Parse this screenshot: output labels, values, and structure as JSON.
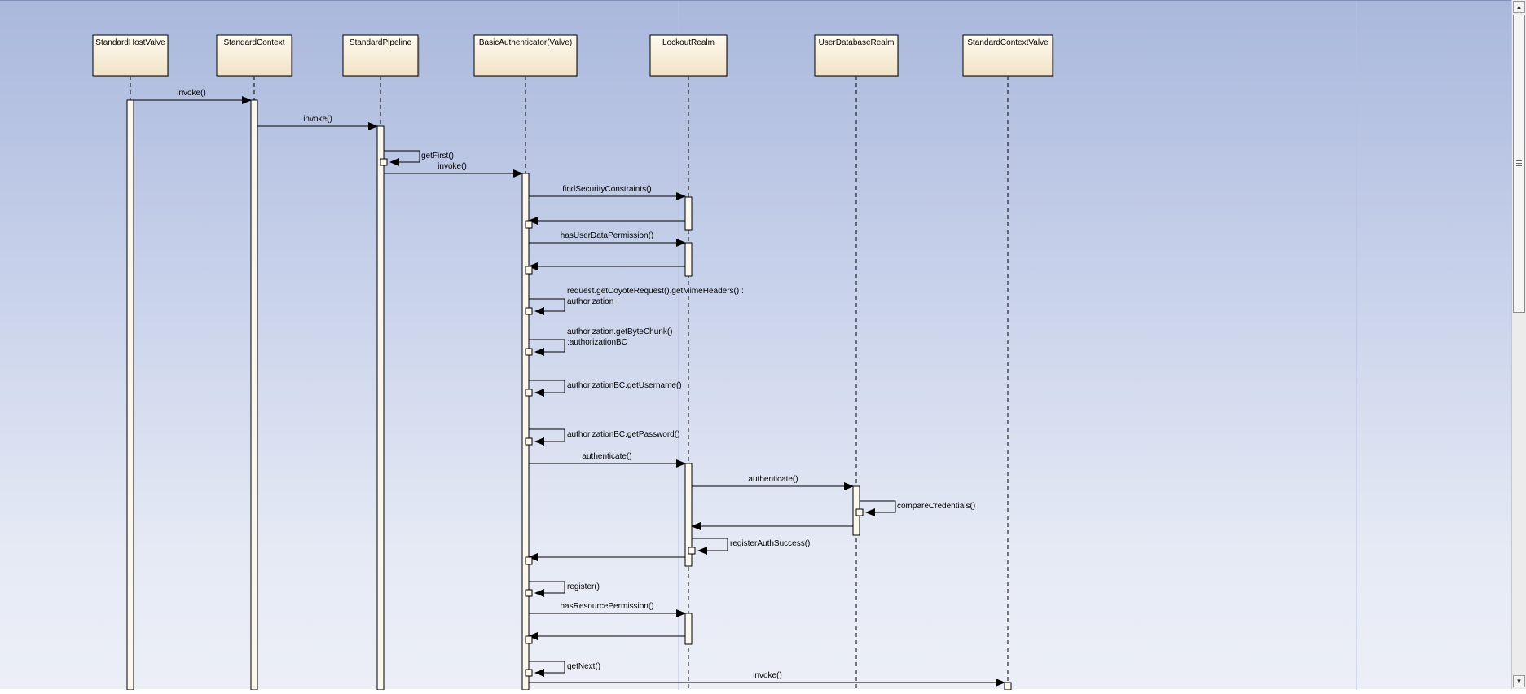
{
  "diagram": {
    "lifelines": [
      {
        "id": "host",
        "name": "StandardHostValve"
      },
      {
        "id": "ctx",
        "name": "StandardContext"
      },
      {
        "id": "pipe",
        "name": "StandardPipeline"
      },
      {
        "id": "auth",
        "name": "BasicAuthenticator(Valve)"
      },
      {
        "id": "lock",
        "name": "LockoutRealm"
      },
      {
        "id": "udb",
        "name": "UserDatabaseRealm"
      },
      {
        "id": "cval",
        "name": "StandardContextValve"
      }
    ],
    "messages": [
      {
        "from": "host",
        "to": "ctx",
        "label": "invoke()"
      },
      {
        "from": "ctx",
        "to": "pipe",
        "label": "invoke()"
      },
      {
        "from": "pipe",
        "to": "pipe",
        "label": "getFirst()"
      },
      {
        "from": "pipe",
        "to": "auth",
        "label": "invoke()"
      },
      {
        "from": "auth",
        "to": "lock",
        "label": "findSecurityConstraints()"
      },
      {
        "from": "lock",
        "to": "auth",
        "label": ""
      },
      {
        "from": "auth",
        "to": "lock",
        "label": "hasUserDataPermission()"
      },
      {
        "from": "lock",
        "to": "auth",
        "label": ""
      },
      {
        "from": "auth",
        "to": "auth",
        "label": "request.getCoyoteRequest().getMimeHeaders() :",
        "label2": "authorization"
      },
      {
        "from": "auth",
        "to": "auth",
        "label": "authorization.getByteChunk()",
        "label2": ":authorizationBC"
      },
      {
        "from": "auth",
        "to": "auth",
        "label": "authorizationBC.getUsername()"
      },
      {
        "from": "auth",
        "to": "auth",
        "label": "authorizationBC.getPassword()"
      },
      {
        "from": "auth",
        "to": "lock",
        "label": "authenticate()"
      },
      {
        "from": "lock",
        "to": "udb",
        "label": "authenticate()"
      },
      {
        "from": "udb",
        "to": "udb",
        "label": "compareCredentials()"
      },
      {
        "from": "udb",
        "to": "lock",
        "label": ""
      },
      {
        "from": "lock",
        "to": "lock",
        "label": "registerAuthSuccess()"
      },
      {
        "from": "lock",
        "to": "auth",
        "label": ""
      },
      {
        "from": "auth",
        "to": "auth",
        "label": "register()"
      },
      {
        "from": "auth",
        "to": "lock",
        "label": "hasResourcePermission()"
      },
      {
        "from": "lock",
        "to": "auth",
        "label": ""
      },
      {
        "from": "auth",
        "to": "auth",
        "label": "getNext()"
      },
      {
        "from": "auth",
        "to": "cval",
        "label": "invoke()"
      }
    ],
    "colors": {
      "box_fill_top": "#fffaf0",
      "box_fill_bottom": "#f0e2c7",
      "activation_fill": "#fdf8ee",
      "line": "#000000"
    }
  },
  "scrollbar": {
    "up_icon": "triangle-up-icon",
    "down_icon": "triangle-down-icon",
    "up_glyph": "▲",
    "down_glyph": "▼"
  }
}
